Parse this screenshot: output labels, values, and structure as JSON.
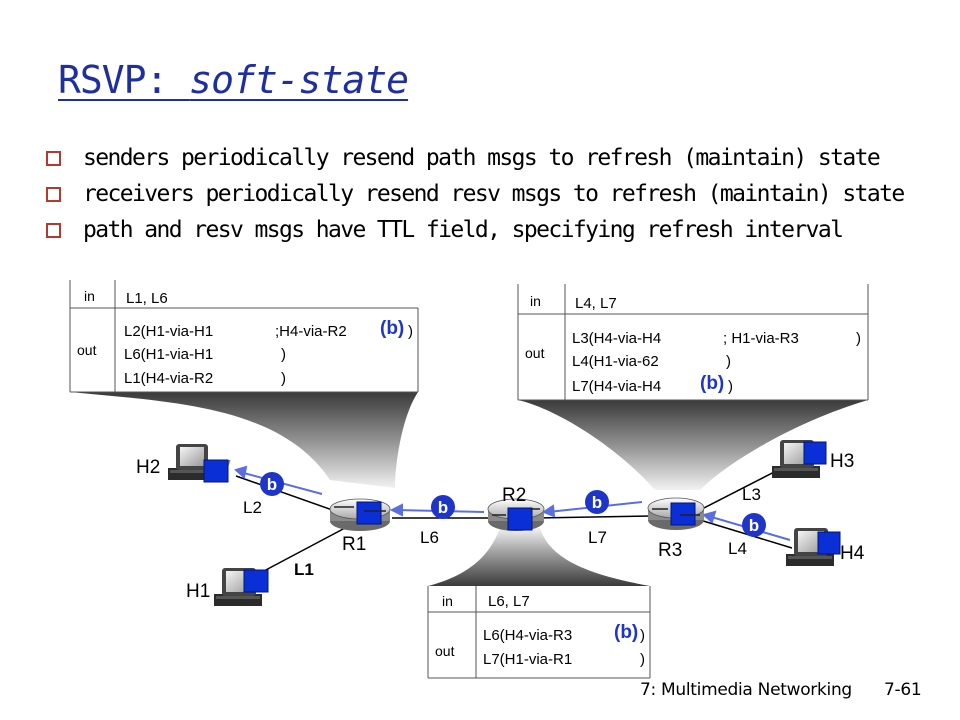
{
  "title": {
    "prefix": "RSVP: ",
    "emphasis": "soft-state"
  },
  "bullets": [
    "senders periodically resend path msgs to refresh (maintain) state",
    "receivers periodically resend resv msgs to refresh (maintain) state",
    "path and resv msgs have TTL field, specifying refresh interval"
  ],
  "tables": {
    "r1": {
      "in_label": "in",
      "in_value": "L1, L6",
      "out_label": "out",
      "out_rows": [
        "L2(H1-via-H1",
        ";H4-via-R2",
        "(b)",
        ")",
        "L6(H1-via-H1",
        ")",
        "L1(H4-via-R2",
        ")"
      ]
    },
    "r3": {
      "in_label": "in",
      "in_value": "L4, L7",
      "out_label": "out",
      "out_rows": [
        "L3(H4-via-H4",
        "; H1-via-R3",
        ")",
        "L4(H1-via-62",
        ")",
        "L7(H4-via-H4",
        "(b)",
        ")"
      ]
    },
    "r2": {
      "in_label": "in",
      "in_value": "L6, L7",
      "out_label": "out",
      "out_rows": [
        "L6(H4-via-R3",
        "(b)",
        ")",
        "L7(H1-via-R1",
        ")"
      ]
    }
  },
  "nodes": {
    "h1": "H1",
    "h2": "H2",
    "h3": "H3",
    "h4": "H4",
    "r1": "R1",
    "r2": "R2",
    "r3": "R3"
  },
  "links": {
    "l1": "L1",
    "l2": "L2",
    "l3": "L3",
    "l4": "L4",
    "l6": "L6",
    "l7": "L7"
  },
  "msg_label": "b",
  "footer": {
    "chapter": "7: Multimedia Networking",
    "page": "7-61"
  },
  "colors": {
    "title": "#1f2f9f",
    "bullet": "#b23b2e",
    "b_msg": "#5b6ee1",
    "b_label": "#1f35c9",
    "router": "#0a2fd6"
  }
}
